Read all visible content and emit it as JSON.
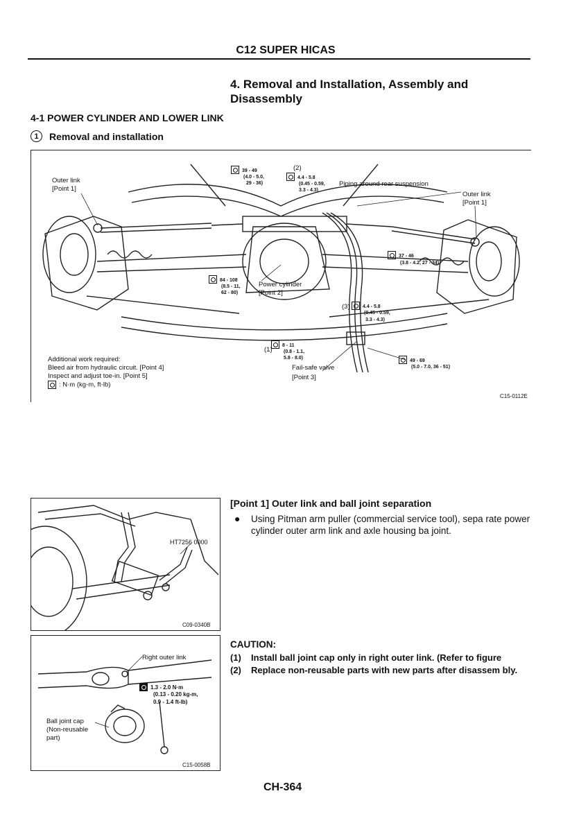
{
  "header": {
    "title": "C12 SUPER HICAS"
  },
  "section": {
    "title": "4. Removal and Installation, Assembly and Disassembly"
  },
  "subsection": {
    "title": "4-1 POWER CYLINDER AND LOWER LINK"
  },
  "step": {
    "number": "1",
    "title": "Removal and installation"
  },
  "main_figure": {
    "labels": {
      "outer_link_left": "Outer link",
      "outer_link_left_point": "[Point 1]",
      "outer_link_right": "Outer link",
      "outer_link_right_point": "[Point 1]",
      "piping": "Piping around rear suspension",
      "power_cylinder": "Power cylinder",
      "power_cylinder_point": "[Point 2]",
      "fail_safe": "Fail-safe valve",
      "fail_safe_point": "[Point 3]",
      "marker_2": "2",
      "marker_3": "3",
      "marker_1": "1"
    },
    "torques": {
      "t1a": "39 - 49",
      "t1b": "(4.0 - 5.0,",
      "t1c": "29 - 36)",
      "t2a": "4.4 - 5.8",
      "t2b": "(0.45 - 0.59,",
      "t2c": "3.3 - 4.3)",
      "t3a": "37 - 46",
      "t3b": "(3.8 - 4.2, 27 - 34)",
      "t4a": "84 - 108",
      "t4b": "(8.5 - 11,",
      "t4c": "62 - 80)",
      "t5a": "4.4 - 5.8",
      "t5b": "(0.45 - 0.59,",
      "t5c": "3.3 - 4.3)",
      "t6a": "8 - 11",
      "t6b": "(0.8 - 1.1,",
      "t6c": "5.8 - 8.0)",
      "t7a": "49 - 69",
      "t7b": "(5.0 - 7.0, 36 - 51)"
    },
    "notes": {
      "line1": "Additional work required:",
      "line2": "Bleed air from hydraulic circuit. [Point 4]",
      "line3": "Inspect and adjust toe-in. [Point 5]",
      "line4": ": N·m (kg-m, ft-lb)"
    },
    "code": "C15-0112E"
  },
  "fig_point1": {
    "tool": "HT7256 0000",
    "code": "C09-0340B"
  },
  "fig_cap": {
    "right_outer_link": "Right outer link",
    "torque_a": "1.3 - 2.0 N·m",
    "torque_b": "(0.13 - 0.20 kg-m,",
    "torque_c": "0.9 - 1.4 ft-lb)",
    "cap_a": "Ball joint cap",
    "cap_b": "(Non-reusable",
    "cap_c": "part)",
    "code": "C15-0058B"
  },
  "point1": {
    "title": "[Point 1] Outer link and ball joint separation",
    "bullet": "Using Pitman arm puller (commercial service tool), sepa rate power cylinder outer arm link and axle housing ba joint."
  },
  "caution": {
    "heading": "CAUTION:",
    "items": [
      {
        "num": "(1)",
        "text": "Install ball joint cap only in right outer link. (Refer to figure"
      },
      {
        "num": "(2)",
        "text": "Replace non-reusable parts with new parts after disassem bly."
      }
    ]
  },
  "footer": {
    "page": "CH-364"
  }
}
